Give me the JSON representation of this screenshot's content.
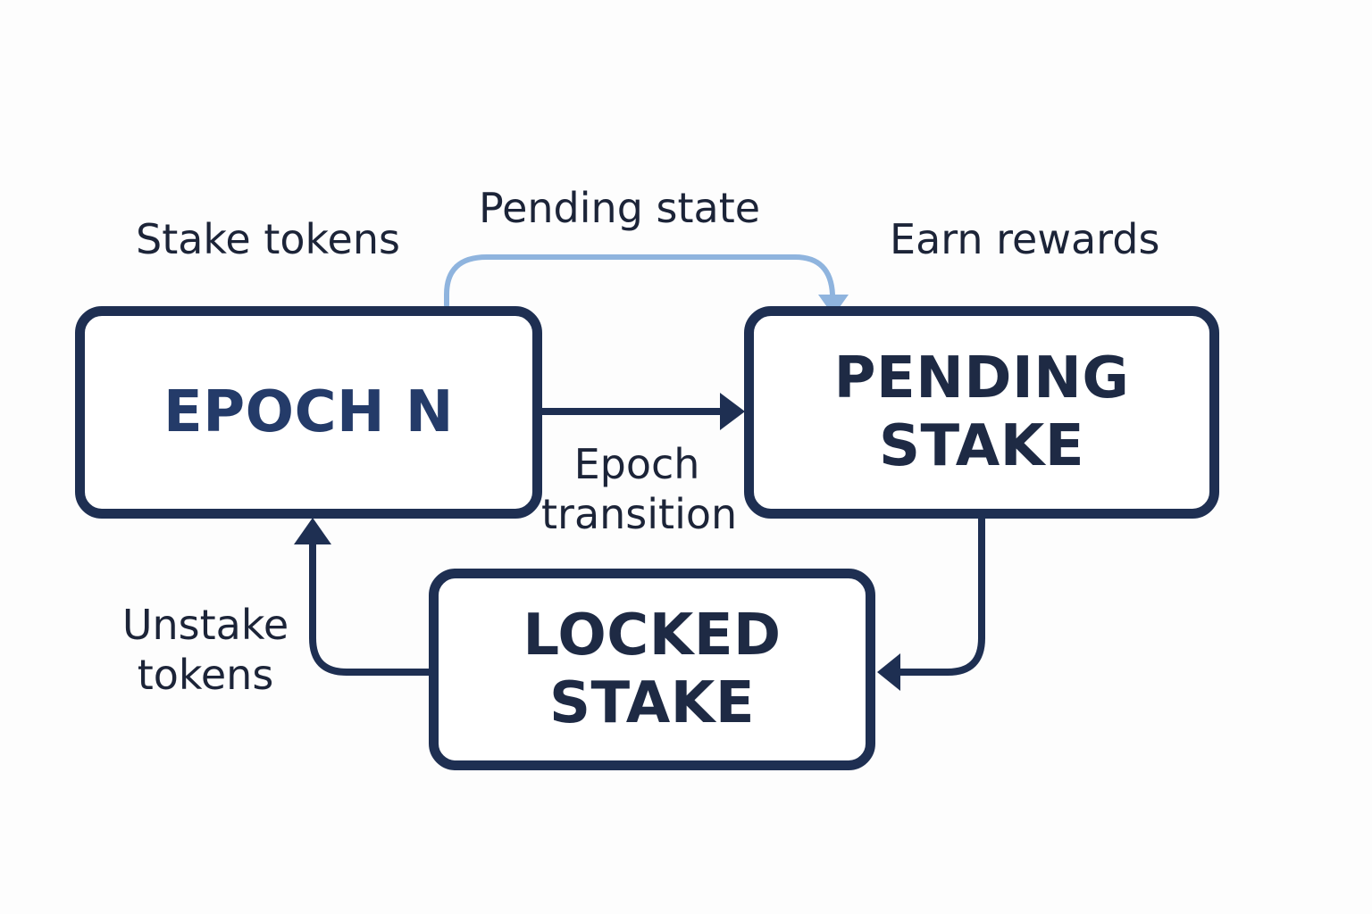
{
  "diagram": {
    "nodes": {
      "epoch": {
        "line1": "EPOCH N"
      },
      "pending": {
        "line1": "PENDING",
        "line2": "STAKE"
      },
      "locked": {
        "line1": "LOCKED",
        "line2": "STAKE"
      }
    },
    "labels": {
      "stake_tokens": "Stake tokens",
      "pending_state": "Pending state",
      "earn_rewards": "Earn rewards",
      "epoch_transition_line1": "Epoch",
      "epoch_transition_line2": "transition",
      "unstake_line1": "Unstake",
      "unstake_line2": "tokens"
    },
    "colors": {
      "box_border": "#1e2f52",
      "arrow_dark": "#1e2f52",
      "arrow_light": "#8fb4de",
      "epoch_text": "#243b69",
      "label_text": "#1c2438"
    }
  }
}
